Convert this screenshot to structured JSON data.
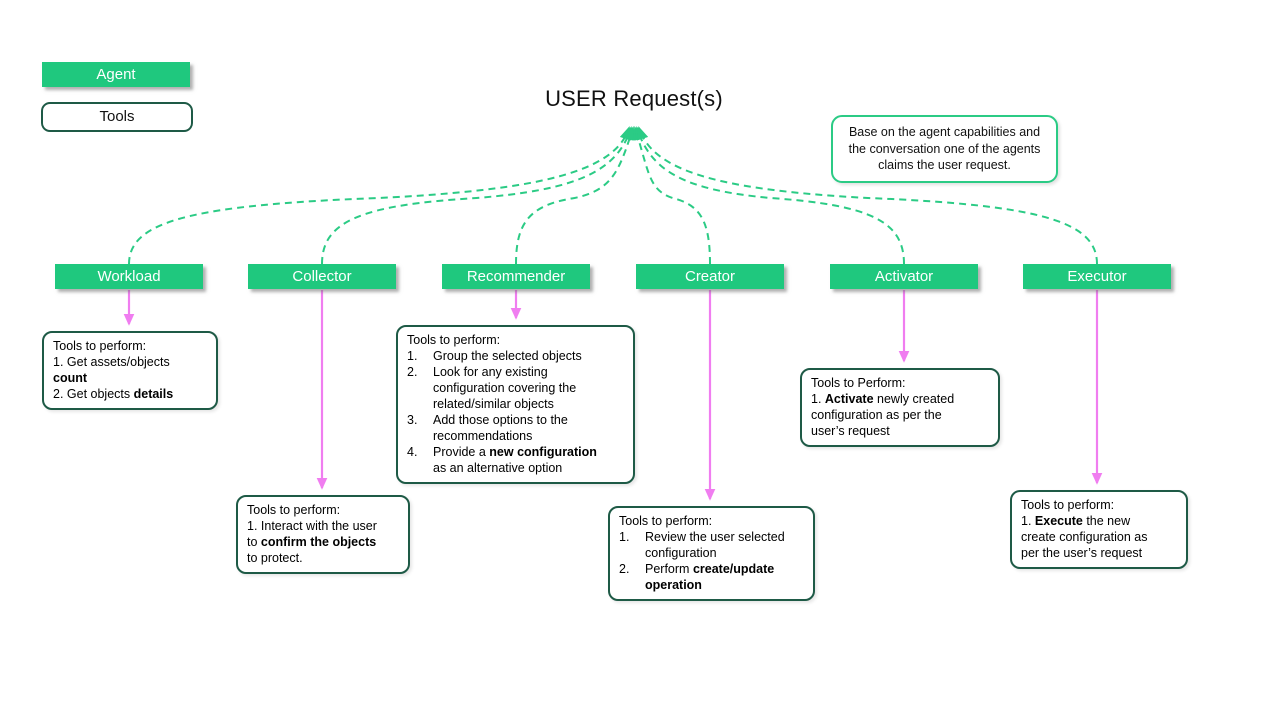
{
  "title": "USER Request(s)",
  "legend": {
    "agent_label": "Agent",
    "tools_label": "Tools"
  },
  "note": {
    "text": "Base on the agent capabilities and the conversation one of the agents claims the user request."
  },
  "colors": {
    "agent_green": "#1FC87E",
    "dash_green": "#2BCB85",
    "tools_border_green": "#1E5A46",
    "arrow_magenta": "#F07DF0"
  },
  "agents": [
    {
      "id": "workload",
      "label": "Workload",
      "tools_lines": [
        {
          "segs": [
            {
              "t": "Tools to perform:"
            }
          ]
        },
        {
          "segs": [
            {
              "t": "1. Get assets/objects"
            }
          ]
        },
        {
          "segs": [
            {
              "t": "count",
              "b": true
            }
          ]
        },
        {
          "segs": [
            {
              "t": "2. Get objects "
            },
            {
              "t": "details",
              "b": true
            }
          ]
        }
      ]
    },
    {
      "id": "collector",
      "label": "Collector",
      "tools_lines": [
        {
          "segs": [
            {
              "t": "Tools to perform:"
            }
          ]
        },
        {
          "segs": [
            {
              "t": "1. Interact with the user"
            }
          ]
        },
        {
          "segs": [
            {
              "t": "to "
            },
            {
              "t": "confirm the objects",
              "b": true
            }
          ]
        },
        {
          "segs": [
            {
              "t": "to protect."
            }
          ]
        }
      ]
    },
    {
      "id": "recommender",
      "label": "Recommender",
      "tools_lines": [
        {
          "segs": [
            {
              "t": "Tools to perform:"
            }
          ]
        },
        {
          "num": "1.",
          "segs": [
            {
              "t": "Group the selected objects"
            }
          ]
        },
        {
          "num": "2.",
          "segs": [
            {
              "t": "Look for any existing"
            }
          ]
        },
        {
          "cont": true,
          "segs": [
            {
              "t": "configuration covering the"
            }
          ]
        },
        {
          "cont": true,
          "segs": [
            {
              "t": "related/similar objects"
            }
          ]
        },
        {
          "num": "3.",
          "segs": [
            {
              "t": "Add those options to the"
            }
          ]
        },
        {
          "cont": true,
          "segs": [
            {
              "t": "recommendations"
            }
          ]
        },
        {
          "num": "4.",
          "segs": [
            {
              "t": "Provide a "
            },
            {
              "t": "new configuration",
              "b": true
            }
          ]
        },
        {
          "cont": true,
          "segs": [
            {
              "t": "as an alternative option"
            }
          ]
        }
      ]
    },
    {
      "id": "creator",
      "label": "Creator",
      "tools_lines": [
        {
          "segs": [
            {
              "t": "Tools to perform:"
            }
          ]
        },
        {
          "num": "1.",
          "segs": [
            {
              "t": "Review the user selected"
            }
          ]
        },
        {
          "cont": true,
          "segs": [
            {
              "t": "configuration"
            }
          ]
        },
        {
          "num": "2.",
          "segs": [
            {
              "t": "Perform "
            },
            {
              "t": "create/update",
              "b": true
            }
          ]
        },
        {
          "cont": true,
          "segs": [
            {
              "t": "operation",
              "b": true
            }
          ]
        }
      ]
    },
    {
      "id": "activator",
      "label": "Activator",
      "tools_lines": [
        {
          "segs": [
            {
              "t": "Tools to Perform:"
            }
          ]
        },
        {
          "segs": [
            {
              "t": "1. "
            },
            {
              "t": "Activate",
              "b": true
            },
            {
              "t": " newly created"
            }
          ]
        },
        {
          "segs": [
            {
              "t": "configuration as per the"
            }
          ]
        },
        {
          "segs": [
            {
              "t": "user’s request"
            }
          ]
        }
      ]
    },
    {
      "id": "executor",
      "label": "Executor",
      "tools_lines": [
        {
          "segs": [
            {
              "t": "Tools to perform:"
            }
          ]
        },
        {
          "segs": [
            {
              "t": "1. "
            },
            {
              "t": "Execute",
              "b": true
            },
            {
              "t": " the new"
            }
          ]
        },
        {
          "segs": [
            {
              "t": "create configuration as"
            }
          ]
        },
        {
          "segs": [
            {
              "t": "per the user’s request"
            }
          ]
        }
      ]
    }
  ]
}
